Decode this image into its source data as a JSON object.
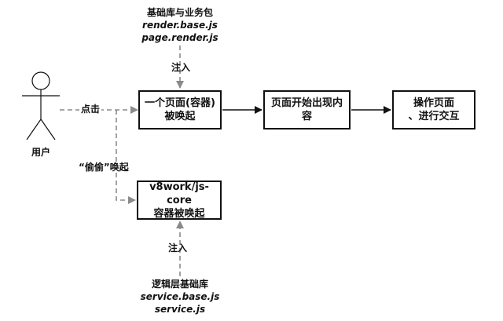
{
  "actor": {
    "label": "用户"
  },
  "nodes": {
    "page_container": "一个页面(容器)\n被唤起",
    "page_render": "页面开始出现内\n容",
    "interact": "操作页面\n、进行交互",
    "v8work": "v8work/js-core\n容器被唤起"
  },
  "top_libs": {
    "title": "基础库与业务包",
    "file1": "render.base.js",
    "file2": "page.render.js"
  },
  "bottom_libs": {
    "title": "逻辑层基础库",
    "file1": "service.base.js",
    "file2": "service.js"
  },
  "edges": {
    "click": "点击",
    "inject_top": "注入",
    "inject_bottom": "注入",
    "silent": "“偷偷”唤起"
  }
}
